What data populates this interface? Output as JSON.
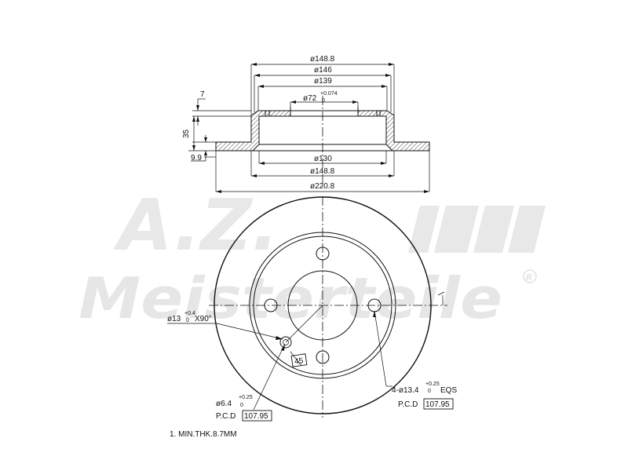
{
  "watermark": {
    "top_text": "A.Z.",
    "brand_text": "Meisterteile",
    "registered_mark": "R"
  },
  "top_view": {
    "dims": {
      "d148_8_top": "ø148.8",
      "d146": "ø146",
      "d139": "ø139",
      "d72": "ø72",
      "d72_tol_plus": "+0.074",
      "d72_tol_zero": "0",
      "thickness_7": "7",
      "height_35": "35",
      "thk_9_9": "9.9",
      "d130": "ø130",
      "d148_8_bottom": "ø148.8",
      "d220_8": "ø220.8"
    }
  },
  "front_view": {
    "hole13_label": "ø13",
    "hole13_tol_plus": "+0.4",
    "hole13_tol_zero": "0",
    "hole13_suffix": "X90°",
    "angle_box": "45",
    "hole6_label": "ø6.4",
    "hole6_tol_plus": "+0.25",
    "hole6_tol_zero": "0",
    "pcd_left_label": "P.C.D",
    "pcd_left_value": "107.95",
    "bolt_label": "4-ø13.4",
    "bolt_tol_plus": "+0.25",
    "bolt_tol_zero": "0",
    "bolt_suffix": "EQS",
    "pcd_right_label": "P.C.D",
    "pcd_right_value": "107.95"
  },
  "footnote": "1. MIN.THK.8.7MM"
}
